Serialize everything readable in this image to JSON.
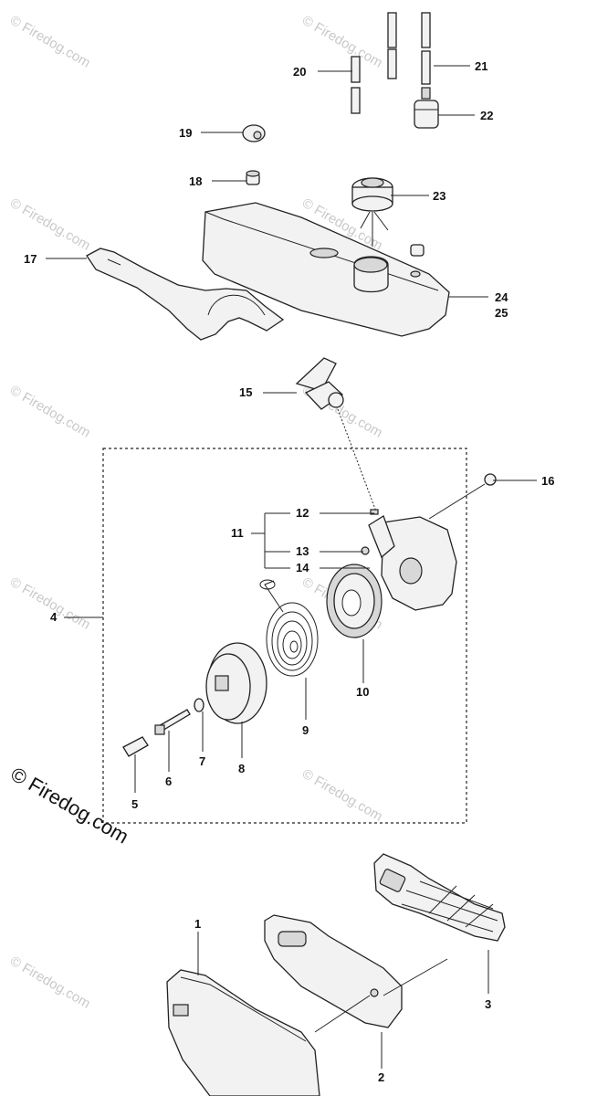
{
  "watermark": {
    "text": "© Firedog.com",
    "big_text": "© Firedog.com"
  },
  "labels": [
    {
      "id": "1",
      "text": "1"
    },
    {
      "id": "2",
      "text": "2"
    },
    {
      "id": "3",
      "text": "3"
    },
    {
      "id": "4",
      "text": "4"
    },
    {
      "id": "5",
      "text": "5"
    },
    {
      "id": "6",
      "text": "6"
    },
    {
      "id": "7",
      "text": "7"
    },
    {
      "id": "8",
      "text": "8"
    },
    {
      "id": "9",
      "text": "9"
    },
    {
      "id": "10",
      "text": "10"
    },
    {
      "id": "11",
      "text": "11"
    },
    {
      "id": "12",
      "text": "12"
    },
    {
      "id": "13",
      "text": "13"
    },
    {
      "id": "14",
      "text": "14"
    },
    {
      "id": "15",
      "text": "15"
    },
    {
      "id": "16",
      "text": "16"
    },
    {
      "id": "17",
      "text": "17"
    },
    {
      "id": "18",
      "text": "18"
    },
    {
      "id": "19",
      "text": "19"
    },
    {
      "id": "20",
      "text": "20"
    },
    {
      "id": "21",
      "text": "21"
    },
    {
      "id": "22",
      "text": "22"
    },
    {
      "id": "23",
      "text": "23"
    },
    {
      "id": "24",
      "text": "24"
    },
    {
      "id": "25",
      "text": "25"
    }
  ]
}
